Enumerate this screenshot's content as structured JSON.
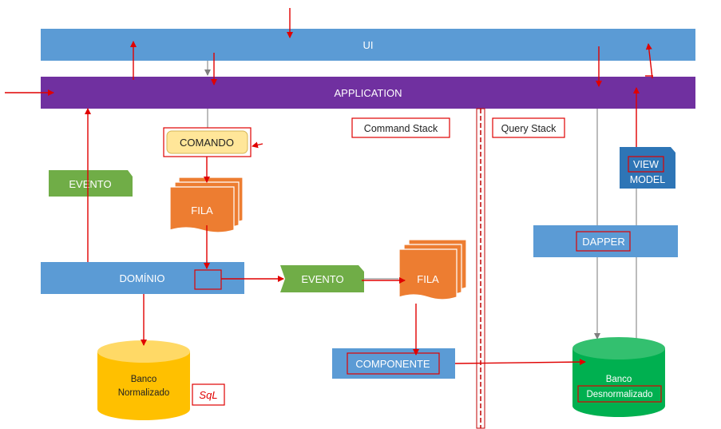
{
  "layers": {
    "ui": "UI",
    "application": "APPLICATION"
  },
  "sections": {
    "command": "Command Stack",
    "query": "Query Stack"
  },
  "command_side": {
    "comando": "COMANDO",
    "evento_left": "EVENTO",
    "fila_left": "FILA",
    "dominio": "DOMÍNIO",
    "evento_mid": "EVENTO",
    "fila_mid": "FILA",
    "componente": "COMPONENTE",
    "db_line1": "Banco",
    "db_line2": "Normalizado",
    "sql_note": "SqL"
  },
  "query_side": {
    "view": "VIEW",
    "model": "MODEL",
    "dapper": "DAPPER",
    "db_line1": "Banco",
    "db_line2": "Desnormalizado"
  },
  "colors": {
    "blue": "#5b9bd5",
    "purple": "#7030a0",
    "green": "#70ad47",
    "orange": "#ed7d31",
    "yellow_db": "#ffc000",
    "green_db": "#00b050",
    "annotation_red": "#e00000",
    "viewmodel_blue": "#2e75b6"
  }
}
